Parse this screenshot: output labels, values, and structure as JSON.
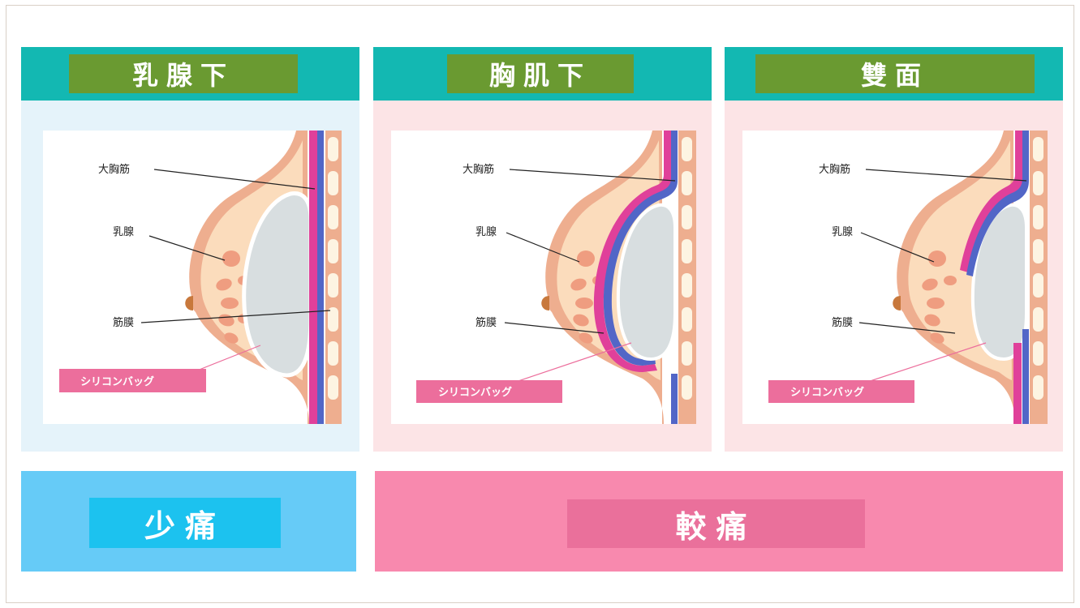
{
  "panels": [
    {
      "title": "乳腺下",
      "labels": {
        "muscle": "大胸筋",
        "gland": "乳腺",
        "fascia": "筋膜",
        "bag": "シリコンバッグ"
      }
    },
    {
      "title": "胸肌下",
      "labels": {
        "muscle": "大胸筋",
        "gland": "乳腺",
        "fascia": "筋膜",
        "bag": "シリコンバッグ"
      }
    },
    {
      "title": "雙面",
      "labels": {
        "muscle": "大胸筋",
        "gland": "乳腺",
        "fascia": "筋膜",
        "bag": "シリコンバッグ"
      }
    }
  ],
  "pain_levels": [
    {
      "label": "少痛"
    },
    {
      "label": "較痛"
    }
  ],
  "colors": {
    "header_teal": "#13b8b2",
    "title_green": "#6a9a31",
    "panel1_bg": "#e5f3fa",
    "panel23_bg": "#fce4e6",
    "muscle_pink": "#e0409a",
    "fascia_blue": "#5266c7",
    "skin": "#eeae8f",
    "gland_fill": "#fbdcbc",
    "lobule": "#ef9d80",
    "bag_label": "#ec6e9c",
    "pain_low": "#66cbf7",
    "pain_low_inner": "#1cc2ef",
    "pain_high": "#f889ae",
    "pain_high_inner": "#ea709b"
  }
}
